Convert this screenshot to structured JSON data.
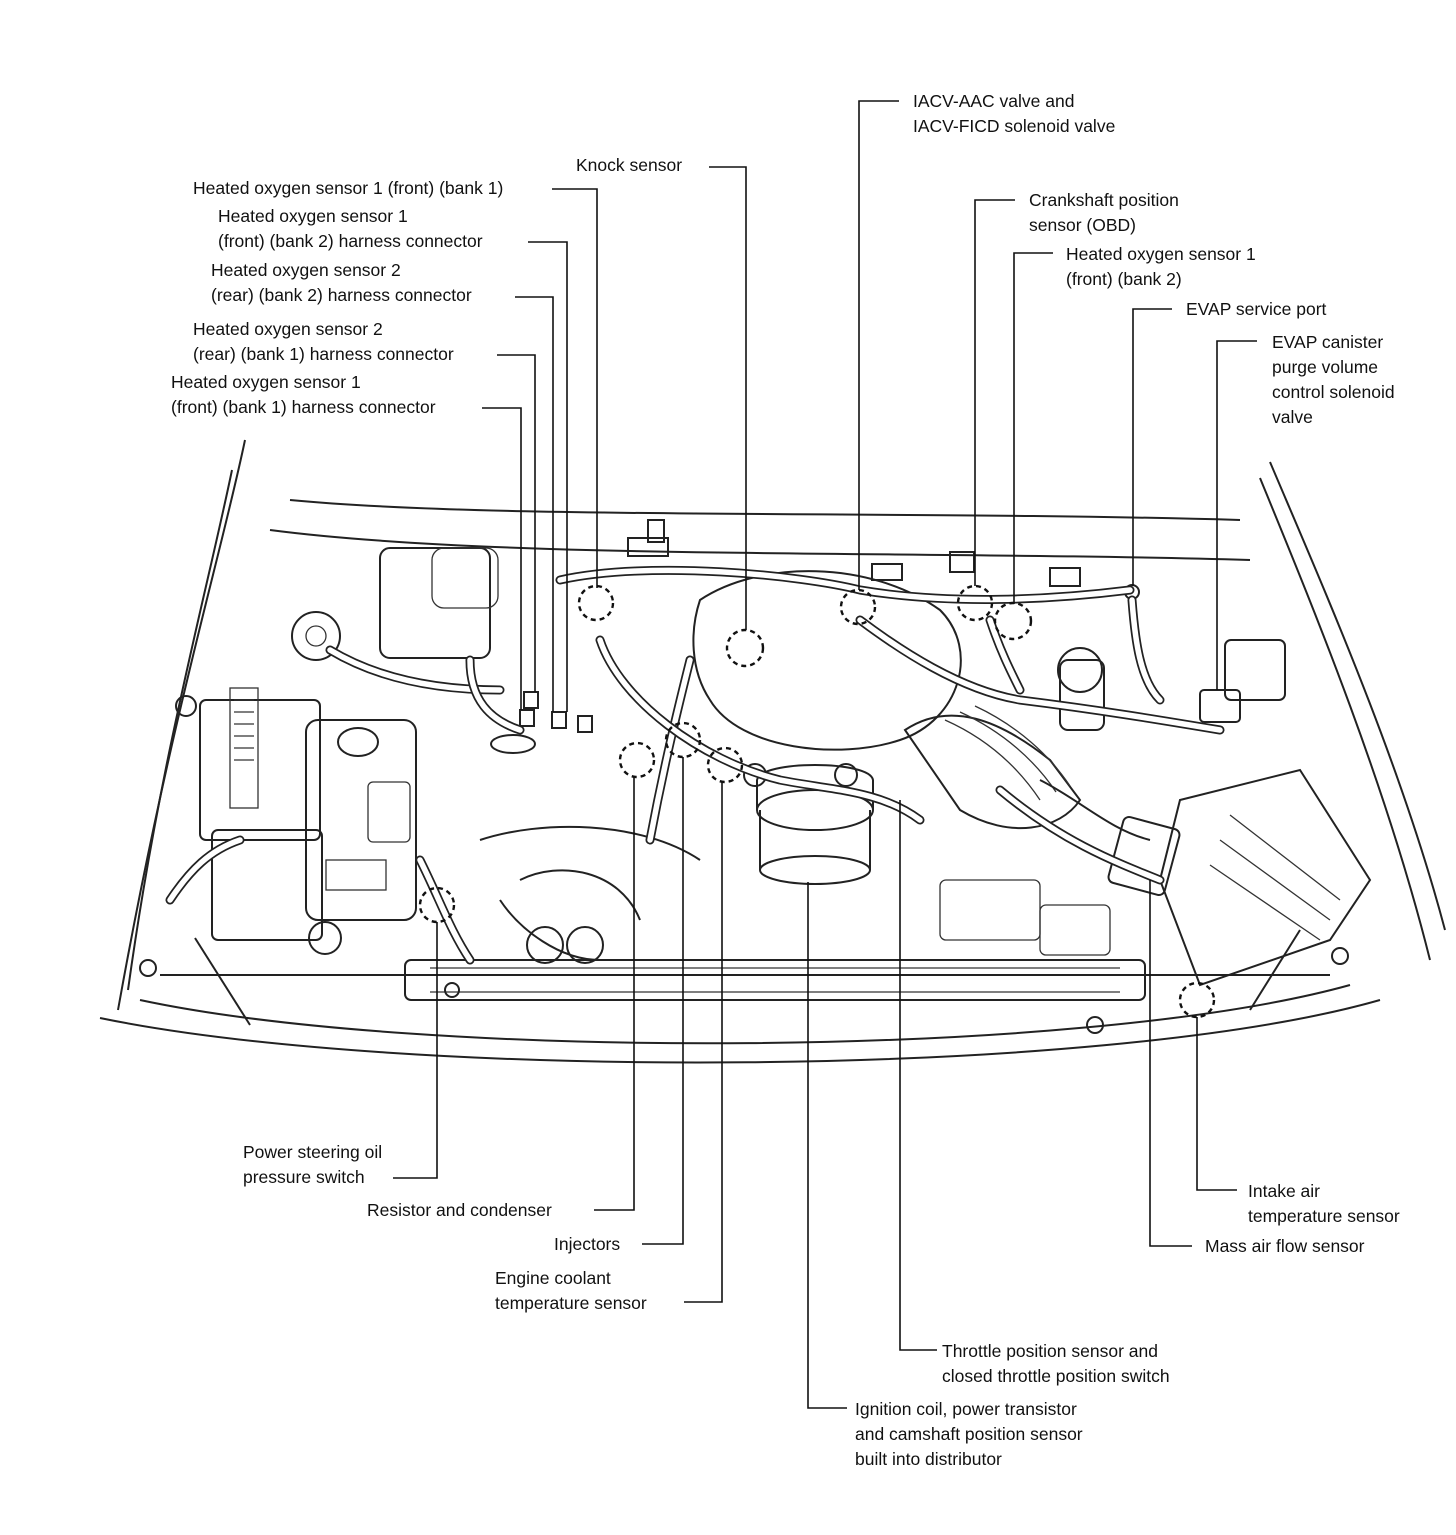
{
  "labels": {
    "heated_o2_1_front_bank1": [
      "Heated oxygen sensor 1 (front) (bank 1)"
    ],
    "heated_o2_1_front_bank2_conn": [
      "Heated oxygen sensor 1",
      "(front) (bank 2) harness connector"
    ],
    "heated_o2_2_rear_bank2_conn": [
      "Heated oxygen sensor 2",
      "(rear) (bank 2) harness connector"
    ],
    "heated_o2_2_rear_bank1_conn": [
      "Heated oxygen sensor 2",
      "(rear) (bank 1) harness connector"
    ],
    "heated_o2_1_front_bank1_conn": [
      "Heated oxygen sensor 1",
      "(front) (bank 1) harness connector"
    ],
    "knock_sensor": [
      "Knock sensor"
    ],
    "iacv": [
      "IACV-AAC valve and",
      "IACV-FICD solenoid valve"
    ],
    "crankshaft": [
      "Crankshaft position",
      "sensor (OBD)"
    ],
    "heated_o2_1_front_bank2": [
      "Heated oxygen sensor 1",
      "(front) (bank 2)"
    ],
    "evap_port": [
      "EVAP service port"
    ],
    "evap_canister": [
      "EVAP canister",
      "purge volume",
      "control solenoid",
      "valve"
    ],
    "power_steering": [
      "Power steering oil",
      "pressure switch"
    ],
    "resistor": [
      "Resistor and condenser"
    ],
    "injectors": [
      "Injectors"
    ],
    "coolant": [
      "Engine coolant",
      "temperature sensor"
    ],
    "throttle": [
      "Throttle position sensor and",
      "closed throttle position switch"
    ],
    "ignition": [
      "Ignition coil, power transistor",
      "and camshaft position sensor",
      "built into distributor"
    ],
    "intake_air": [
      "Intake air",
      "temperature sensor"
    ],
    "maf": [
      "Mass air flow sensor"
    ]
  },
  "colors": {
    "line": "#111111",
    "background": "#ffffff"
  }
}
